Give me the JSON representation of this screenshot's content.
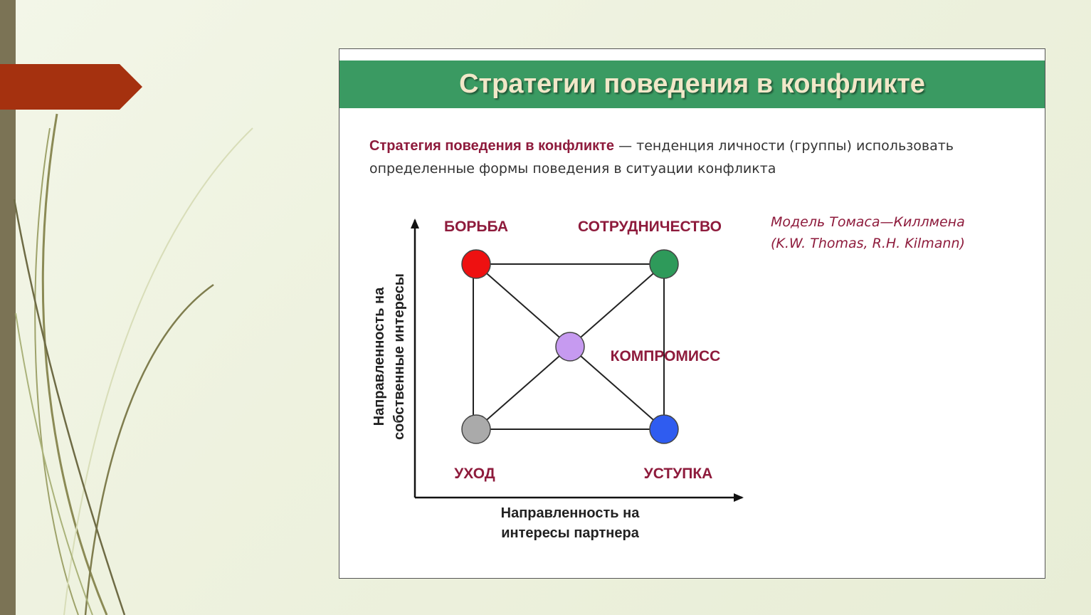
{
  "slide": {
    "title": "Стратегии поведения в конфликте",
    "definition_term": "Стратегия поведения в конфликте",
    "definition_rest_line1": " — тенденция личности (группы) использовать",
    "definition_line2": "определенные формы поведения в ситуации конфликта",
    "model_line1": "Модель Томаса—Киллмена",
    "model_line2": "(K.W. Thomas, R.H. Kilmann)"
  },
  "diagram": {
    "y_axis_label_line1": "Направленность на",
    "y_axis_label_line2": "собственные интересы",
    "x_axis_label_line1": "Направленность на",
    "x_axis_label_line2": "интересы партнера",
    "nodes": [
      {
        "id": "struggle",
        "label": "БОРЬБА",
        "color": "#ee1111"
      },
      {
        "id": "cooperation",
        "label": "СОТРУДНИЧЕСТВО",
        "color": "#2e9a5a"
      },
      {
        "id": "compromise",
        "label": "КОМПРОМИСС",
        "color": "#c69af0"
      },
      {
        "id": "avoidance",
        "label": "УХОД",
        "color": "#aaaaaa"
      },
      {
        "id": "concession",
        "label": "УСТУПКА",
        "color": "#2f5cf0"
      }
    ]
  },
  "colors": {
    "title_band": "#3a9a62",
    "title_text": "#f1e7c8",
    "accent_text": "#8e1b3c",
    "banner": "#a5310f",
    "left_bar": "#7b7355"
  }
}
